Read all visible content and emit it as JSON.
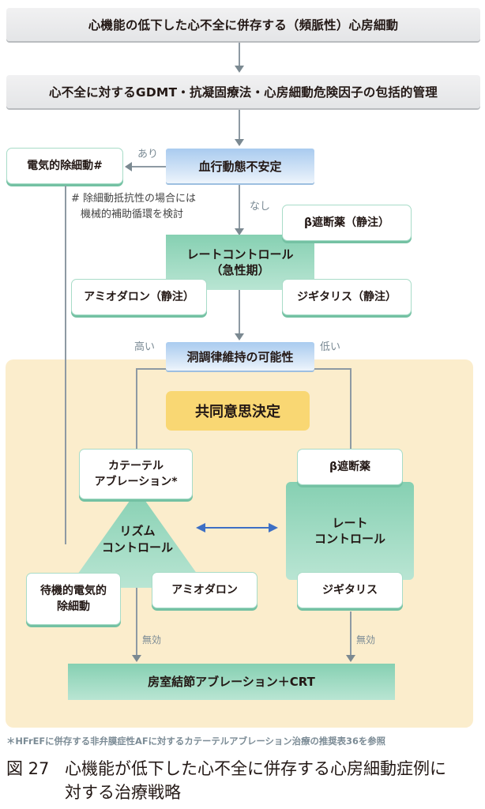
{
  "diagram": {
    "top_box": "心機能の低下した心不全に併存する（頻脈性）心房細動",
    "management_box": "心不全に対するGDMT・抗凝固療法・心房細動危険因子の包括的管理",
    "hemodynamic_box": "血行動態不安定",
    "label_yes": "あり",
    "label_no": "なし",
    "cardioversion_box": "電気的除細動#",
    "cardioversion_note_line1": "# 除細動抵抗性の場合には",
    "cardioversion_note_line2": "機械的補助循環を検討",
    "acute_rate_control_line1": "レートコントロール",
    "acute_rate_control_line2": "（急性期）",
    "beta_blocker_iv": "β遮断薬（静注）",
    "amiodarone_iv": "アミオダロン（静注）",
    "digitalis_iv": "ジギタリス（静注）",
    "sinus_rhythm_box": "洞調律維持の可能性",
    "label_high": "高い",
    "label_low": "低い",
    "shared_decision": "共同意思決定",
    "catheter_ablation_line1": "カテーテル",
    "catheter_ablation_line2": "アブレーション*",
    "rhythm_control_line1": "リズム",
    "rhythm_control_line2": "コントロール",
    "standby_cardioversion_line1": "待機的電気的",
    "standby_cardioversion_line2": "除細動",
    "amiodarone": "アミオダロン",
    "beta_blocker": "β遮断薬",
    "rate_control_line1": "レート",
    "rate_control_line2": "コントロール",
    "digitalis": "ジギタリス",
    "label_ineffective_left": "無効",
    "label_ineffective_right": "無効",
    "av_node_ablation": "房室結節アブレーション＋CRT"
  },
  "footnote": "＊HFrEFに併存する非弁膜症性AFに対するカテーテルアブレーション治療の推奨表36を参照",
  "caption": {
    "number": "図 27",
    "line1": "心機能が低下した心不全に併存する心房細動症例に",
    "line2": "対する治療戦略"
  },
  "colors": {
    "green": "#8fd3b7",
    "blue": "#b5d2f1",
    "panel": "#fbedcc",
    "shared_decision": "#f9d773",
    "arrow": "#7b8991",
    "double_arrow": "#3d6fc4"
  }
}
